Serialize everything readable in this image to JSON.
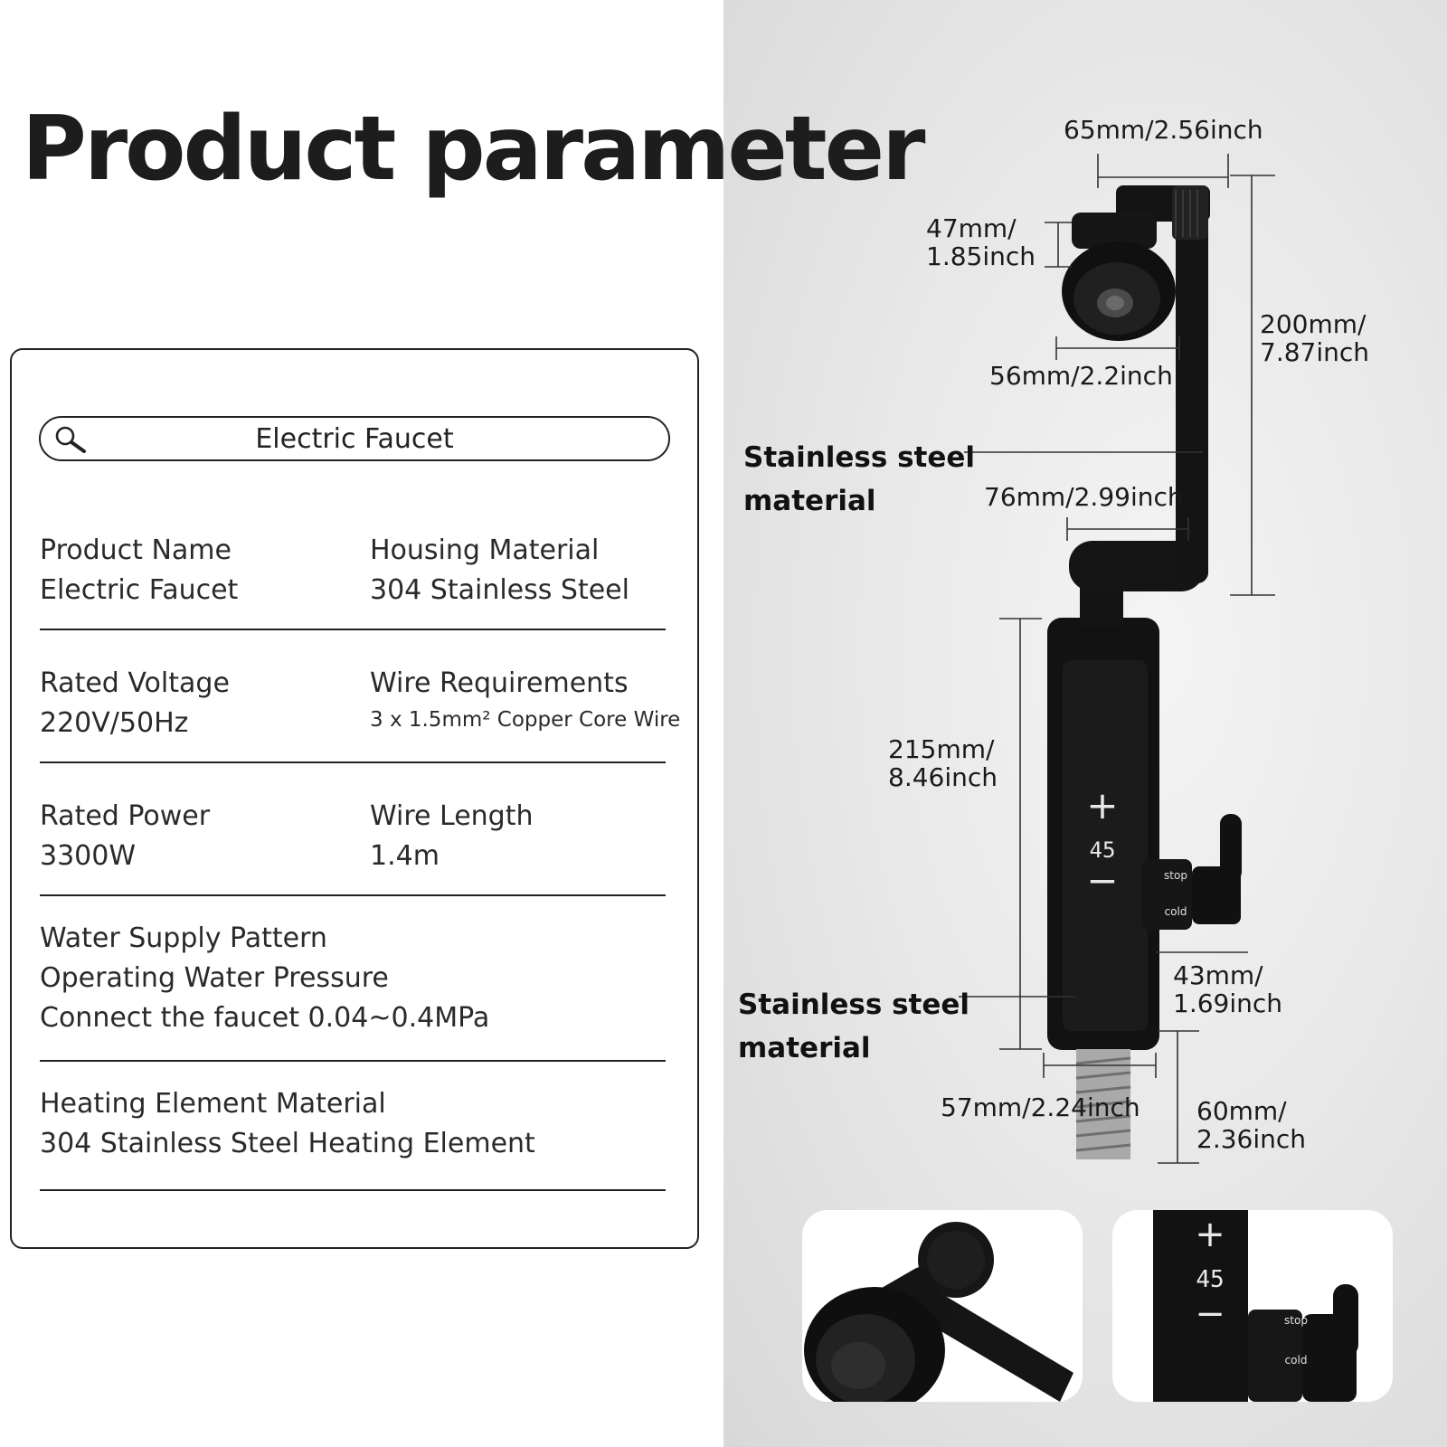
{
  "title": "Product parameter",
  "search": {
    "label": "Electric Faucet",
    "icon": "search-icon"
  },
  "specs": {
    "product_name": {
      "label": "Product Name",
      "value": "Electric Faucet"
    },
    "housing_material": {
      "label": "Housing Material",
      "value": "304 Stainless Steel"
    },
    "rated_voltage": {
      "label": "Rated Voltage",
      "value": "220V/50Hz"
    },
    "wire_requirements": {
      "label": "Wire Requirements",
      "value": "3 x 1.5mm² Copper Core Wire"
    },
    "rated_power": {
      "label": "Rated Power",
      "value": "3300W"
    },
    "wire_length": {
      "label": "Wire Length",
      "value": "1.4m"
    },
    "water_supply": {
      "line1": "Water Supply Pattern",
      "line2": "Operating Water Pressure",
      "line3": "Connect the faucet 0.04~0.4MPa"
    },
    "heating_element": {
      "label": "Heating Element Material",
      "value": "304 Stainless Steel Heating Element"
    }
  },
  "dimensions": {
    "d65": "65mm/2.56inch",
    "d47_a": "47mm/",
    "d47_b": "1.85inch",
    "d200_a": "200mm/",
    "d200_b": "7.87inch",
    "d56": "56mm/2.2inch",
    "d76": "76mm/2.99inch",
    "d215_a": "215mm/",
    "d215_b": "8.46inch",
    "d43_a": "43mm/",
    "d43_b": "1.69inch",
    "d57": "57mm/2.24inch",
    "d60_a": "60mm/",
    "d60_b": "2.36inch"
  },
  "material_labels": {
    "top_a": "Stainless steel",
    "top_b": "material",
    "bottom_a": "Stainless steel",
    "bottom_b": "material"
  },
  "faucet_display": {
    "plus": "+",
    "temperature": "45",
    "minus": "−",
    "stop": "stop",
    "cold": "cold"
  }
}
